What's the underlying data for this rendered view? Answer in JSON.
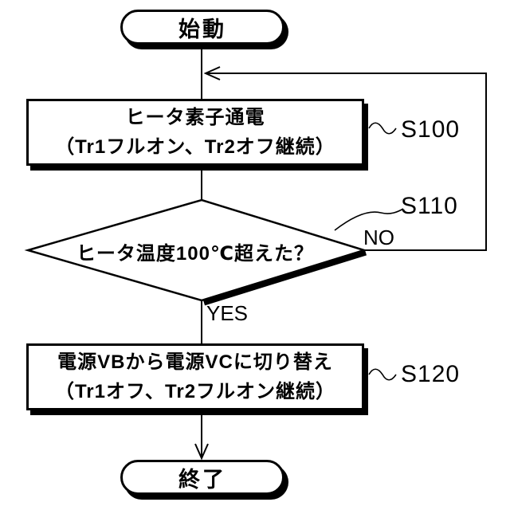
{
  "colors": {
    "ink": "#000000",
    "background": "#ffffff"
  },
  "flowchart": {
    "start": {
      "label": "始動"
    },
    "s100": {
      "ref": "S100",
      "line1": "ヒータ素子通電",
      "line2": "（Tr1フルオン、Tr2オフ継続）"
    },
    "s110": {
      "ref": "S110",
      "question": "ヒータ温度100℃超えた？",
      "no_label": "NO",
      "yes_label": "YES"
    },
    "s120": {
      "ref": "S120",
      "line1": "電源VBから電源VCに切り替え",
      "line2": "（Tr1オフ、Tr2フルオン継続）"
    },
    "end": {
      "label": "終了"
    }
  }
}
